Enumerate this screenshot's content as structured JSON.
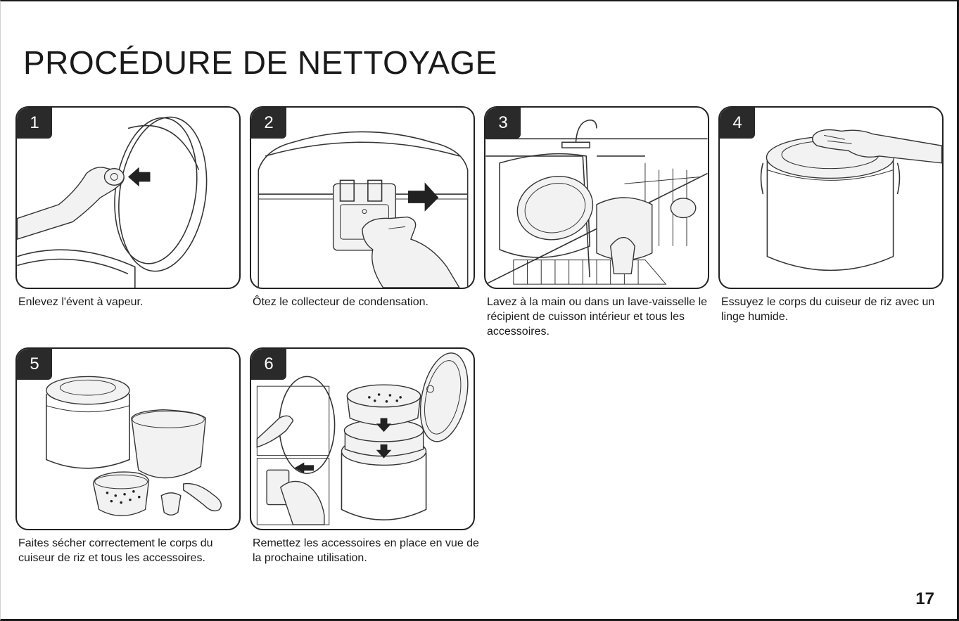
{
  "page": {
    "title": "PROCÉDURE DE NETTOYAGE",
    "page_number": "17"
  },
  "steps": [
    {
      "number": "1",
      "caption": "Enlevez l'évent à vapeur."
    },
    {
      "number": "2",
      "caption": "Ôtez le collecteur de condensation."
    },
    {
      "number": "3",
      "caption": "Lavez à la main ou dans un lave-vaisselle le récipient de cuisson intérieur et tous les accessoires."
    },
    {
      "number": "4",
      "caption": "Essuyez le corps du cuiseur de riz avec un linge humide."
    },
    {
      "number": "5",
      "caption": "Faites sécher correctement le corps du cuiseur de riz et tous les accessoires."
    },
    {
      "number": "6",
      "caption": "Remettez les accessoires en place en vue de la prochaine utilisation."
    }
  ]
}
